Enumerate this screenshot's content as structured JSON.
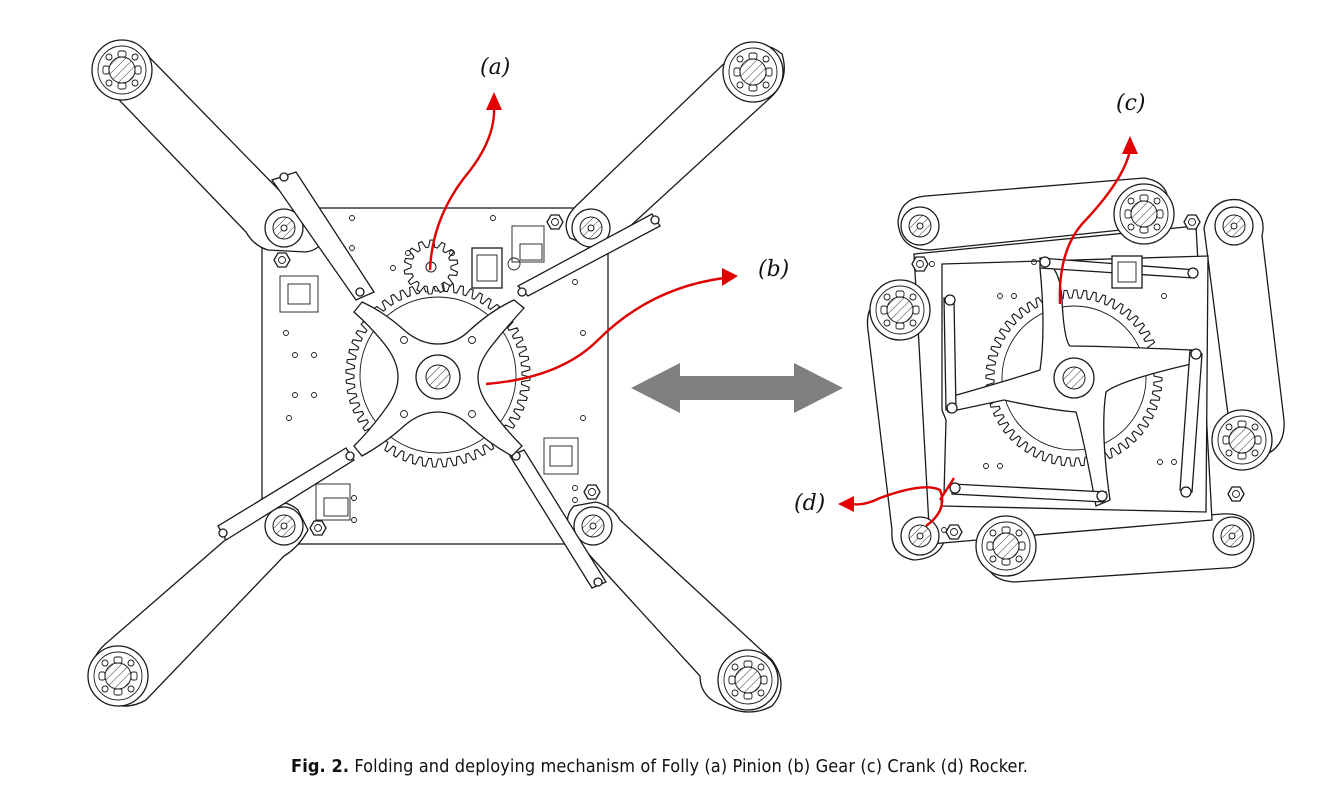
{
  "labels": {
    "a": "(a)",
    "b": "(b)",
    "c": "(c)",
    "d": "(d)"
  },
  "caption": {
    "prefix": "Fig. 2.",
    "text": " Folding and deploying mechanism of Folly (a) Pinion (b) Gear (c) Crank (d) Rocker."
  },
  "colors": {
    "arrow_callout": "#e00000",
    "double_arrow": "#7f7f7f",
    "line_art": "#1a1a1a"
  }
}
